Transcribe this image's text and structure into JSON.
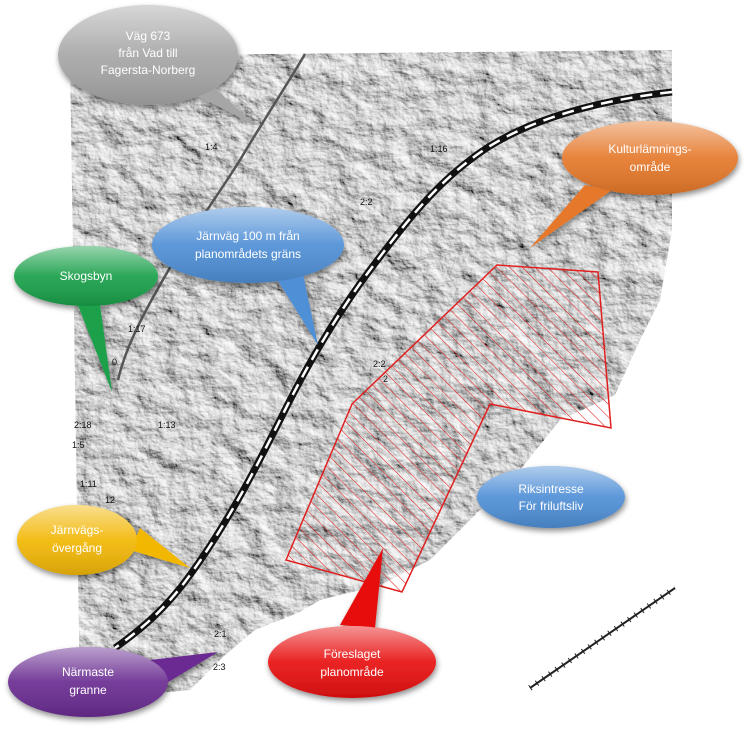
{
  "callouts": {
    "road": {
      "lines": [
        "Väg 673",
        "från Vad till",
        "Fagersta-Norberg"
      ],
      "color": "#a6a6a6"
    },
    "railway": {
      "lines": [
        "Järnväg  100 m från",
        "planområdets gräns"
      ],
      "color": "#4f8fd6"
    },
    "skogsbyn": {
      "lines": [
        "Skogsbyn"
      ],
      "color": "#1aa04a"
    },
    "kulturlamning": {
      "lines": [
        "Kulturlämnings-",
        "område"
      ],
      "color": "#e5782a"
    },
    "crossing": {
      "lines": [
        "Järnvägs-",
        "övergång"
      ],
      "color": "#f2b705"
    },
    "neighbour": {
      "lines": [
        "Närmaste",
        "granne"
      ],
      "color": "#6a2c91"
    },
    "plan_area": {
      "lines": [
        "Föreslaget",
        "planområde"
      ],
      "color": "#e81010"
    },
    "riksintresse": {
      "lines": [
        "Riksintresse",
        "För friluftsliv"
      ],
      "color": "#4f8fd6"
    }
  },
  "map_labels": [
    "1:4",
    "1:16",
    "1:17",
    "0",
    "2:18",
    "1:13",
    "1:5",
    "1:11",
    "12",
    "2:2",
    "2",
    "2:1",
    "2:3",
    "2:2"
  ],
  "colors": {
    "plan_outline": "#e02020",
    "railway": "#111111",
    "terrain": "#cfcfcf"
  }
}
